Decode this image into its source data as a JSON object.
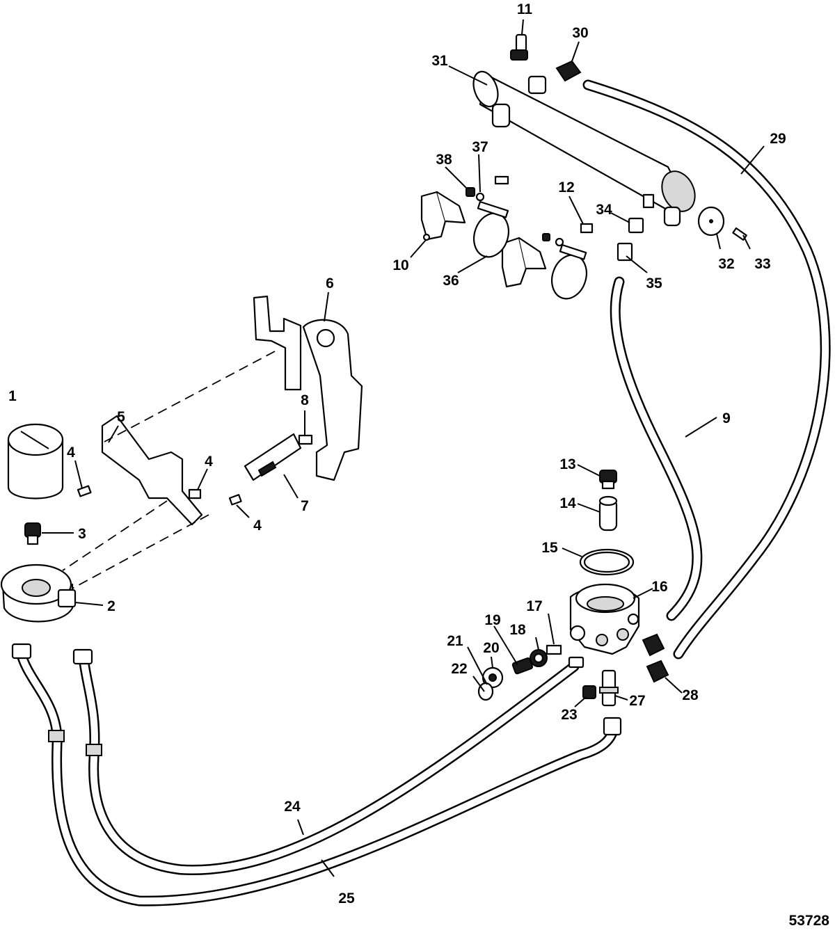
{
  "figure_number": "53728",
  "callouts": [
    "1",
    "2",
    "3",
    "4",
    "4",
    "4",
    "5",
    "6",
    "7",
    "8",
    "9",
    "10",
    "11",
    "12",
    "13",
    "14",
    "15",
    "16",
    "17",
    "18",
    "19",
    "20",
    "21",
    "22",
    "23",
    "24",
    "25",
    "27",
    "28",
    "29",
    "30",
    "31",
    "32",
    "33",
    "34",
    "35",
    "36",
    "37",
    "38"
  ]
}
